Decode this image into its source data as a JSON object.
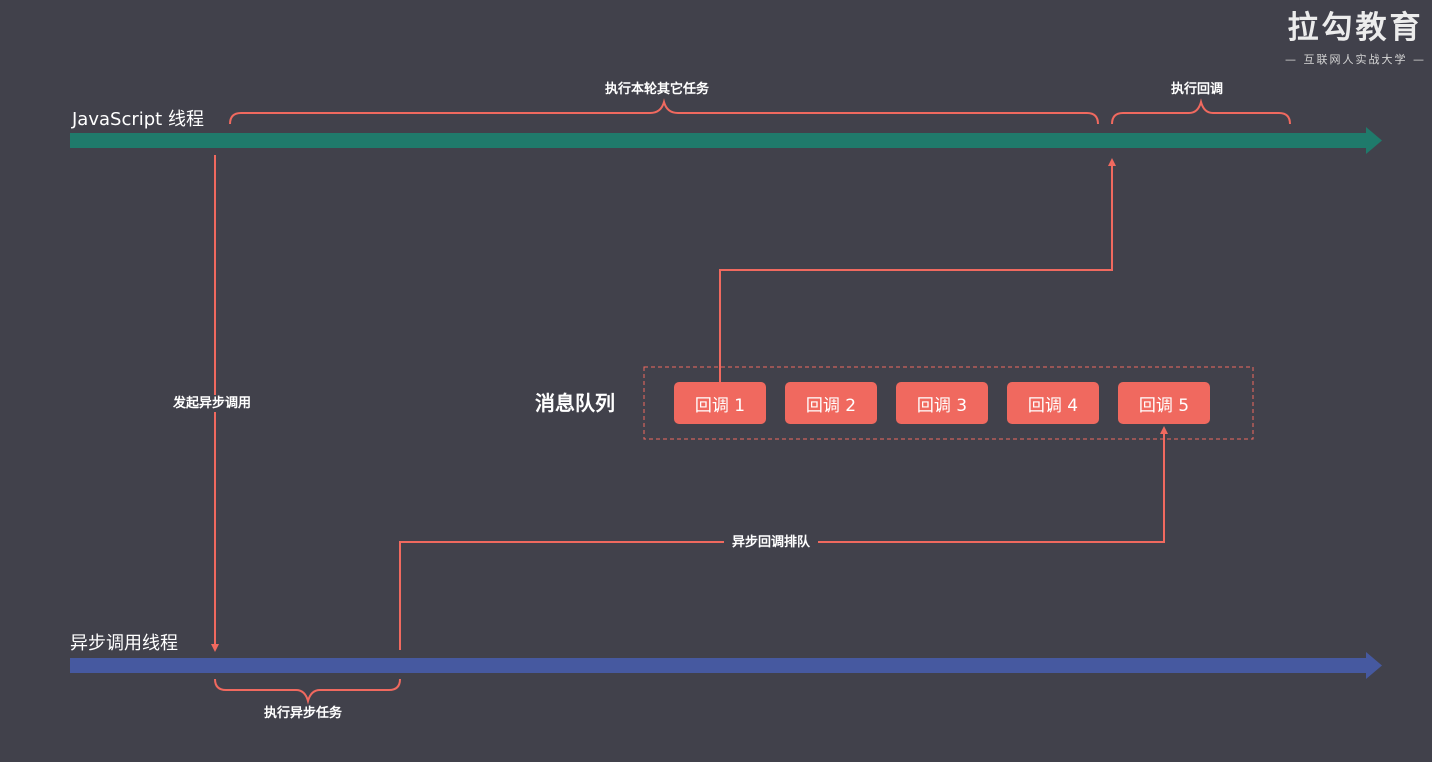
{
  "logo": {
    "brand": "拉勾教育",
    "tagline": "— 互联网人实战大学 —"
  },
  "threads": {
    "js_thread": "JavaScript 线程",
    "async_thread": "异步调用线程"
  },
  "annotations": {
    "run_other_tasks": "执行本轮其它任务",
    "run_callback": "执行回调",
    "start_async_call": "发起异步调用",
    "run_async_task": "执行异步任务",
    "enqueue_callback": "异步回调排队"
  },
  "queue": {
    "label": "消息队列",
    "items": [
      "回调 1",
      "回调 2",
      "回调 3",
      "回调 4",
      "回调 5"
    ]
  },
  "colors": {
    "background": "#41414b",
    "js_thread": "#1f7a6b",
    "async_thread": "#4659a0",
    "accent": "#f0695f"
  }
}
